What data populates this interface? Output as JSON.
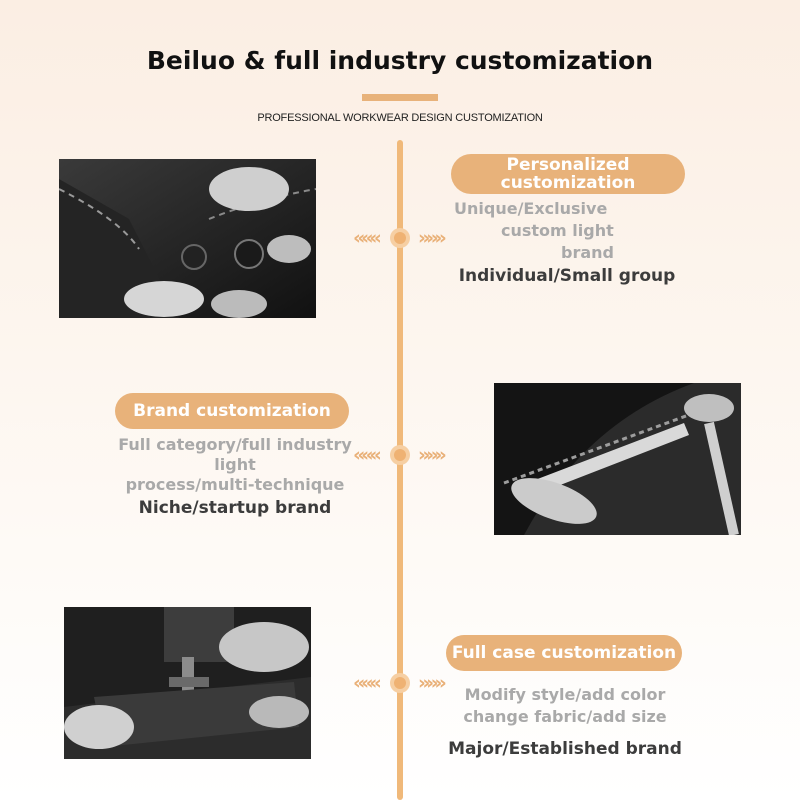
{
  "header": {
    "title": "Beiluo & full industry customization",
    "subtitle": "PROFESSIONAL WORKWEAR DESIGN CUSTOMIZATION"
  },
  "timeline": {
    "arrow_left": "«««",
    "arrow_right": "»»»"
  },
  "sections": [
    {
      "badge_line1": "Personalized",
      "badge_line2": "customization",
      "desc_lines": [
        "Unique/Exclusive",
        "custom light",
        "brand"
      ],
      "audience": "Individual/Small group"
    },
    {
      "badge": "Brand customization",
      "desc_lines": [
        "Full category/full industry",
        "light",
        "process/multi-technique"
      ],
      "audience": "Niche/startup brand"
    },
    {
      "badge": "Full case customization",
      "desc_lines": [
        "Modify style/add color",
        "change fabric/add size"
      ],
      "audience": "Major/Established brand"
    }
  ],
  "colors": {
    "accent": "#e8b27a",
    "line": "#f0b97a",
    "desc_gray": "#a9a9a9",
    "audience_dark": "#3c3c3c"
  }
}
